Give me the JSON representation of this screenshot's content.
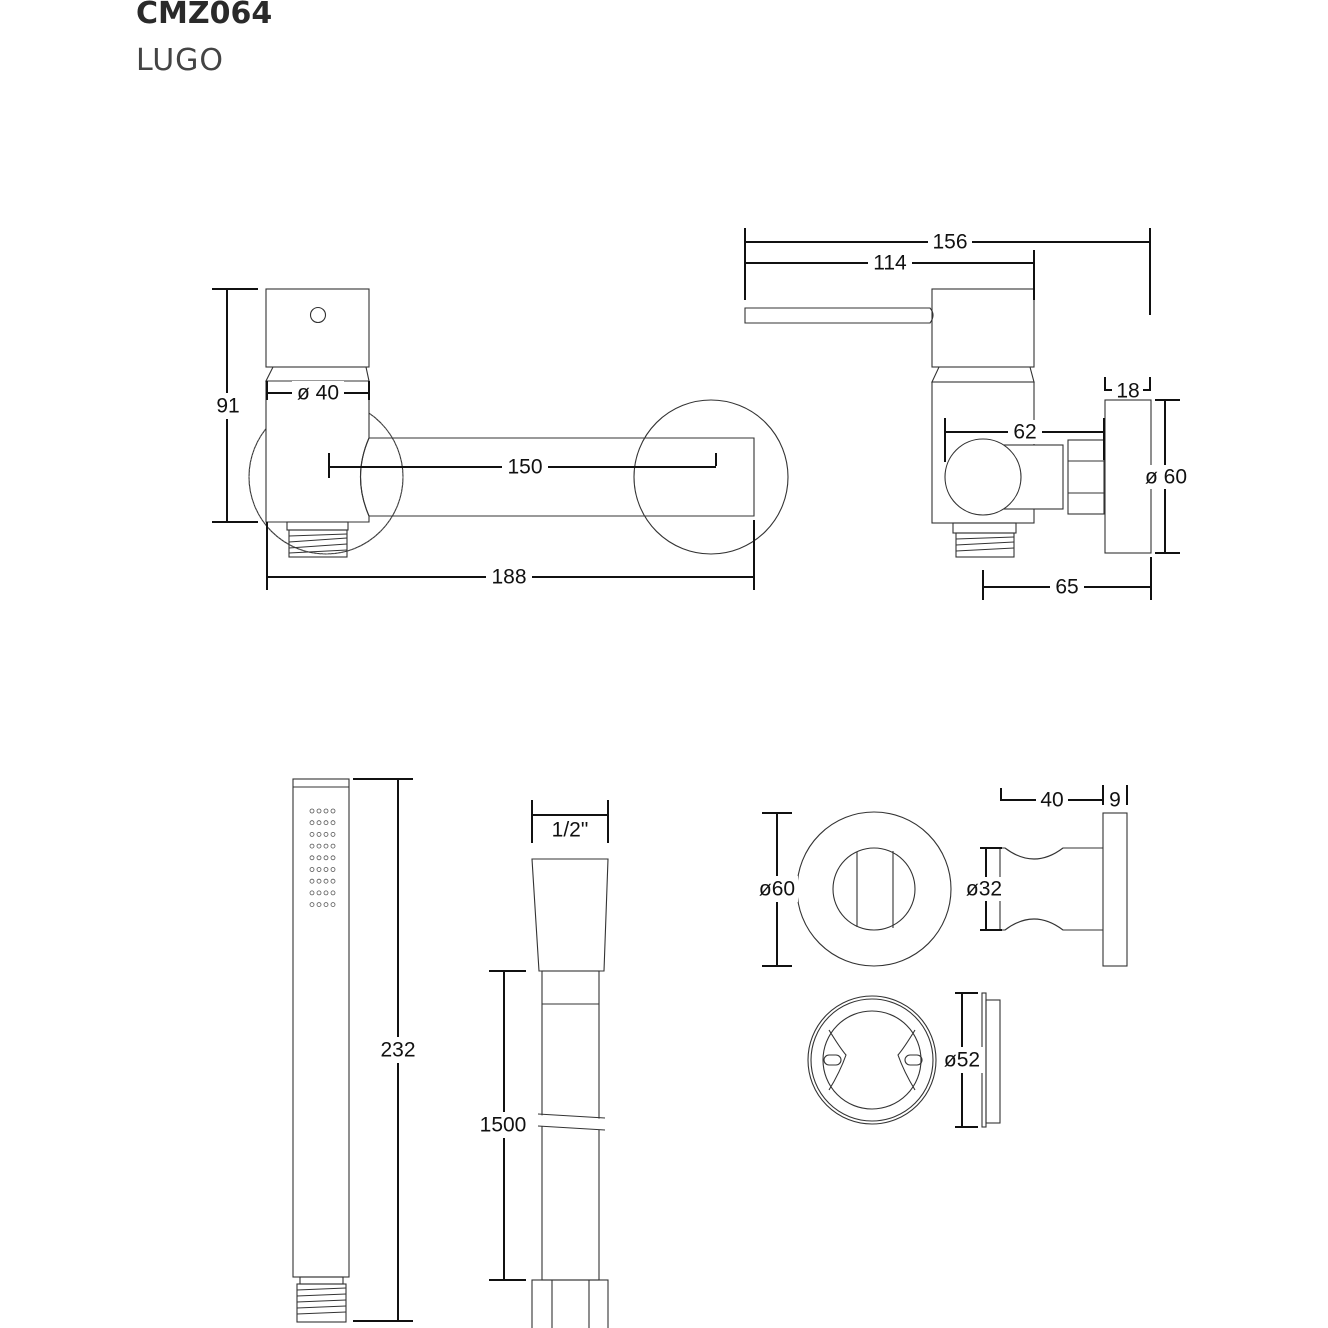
{
  "header": {
    "code": "CMZ064",
    "name": "LUGO"
  },
  "front_view": {
    "height": "91",
    "handle_diameter": "ø 40",
    "spout_reach": "150",
    "overall_width": "188"
  },
  "side_view": {
    "overall_length": "156",
    "lever_length": "114",
    "plate_depth": "18",
    "plate_diameter": "ø 60",
    "body_to_wall": "62",
    "wall_projection": "65"
  },
  "hand_shower": {
    "length": "232"
  },
  "hose": {
    "connector": "1/2\"",
    "length": "1500"
  },
  "wall_outlet": {
    "plate_diameter": "ø60",
    "body_diameter": "ø32",
    "body_length": "40",
    "plate_thickness": "9"
  },
  "mount_bracket": {
    "diameter": "ø52"
  }
}
